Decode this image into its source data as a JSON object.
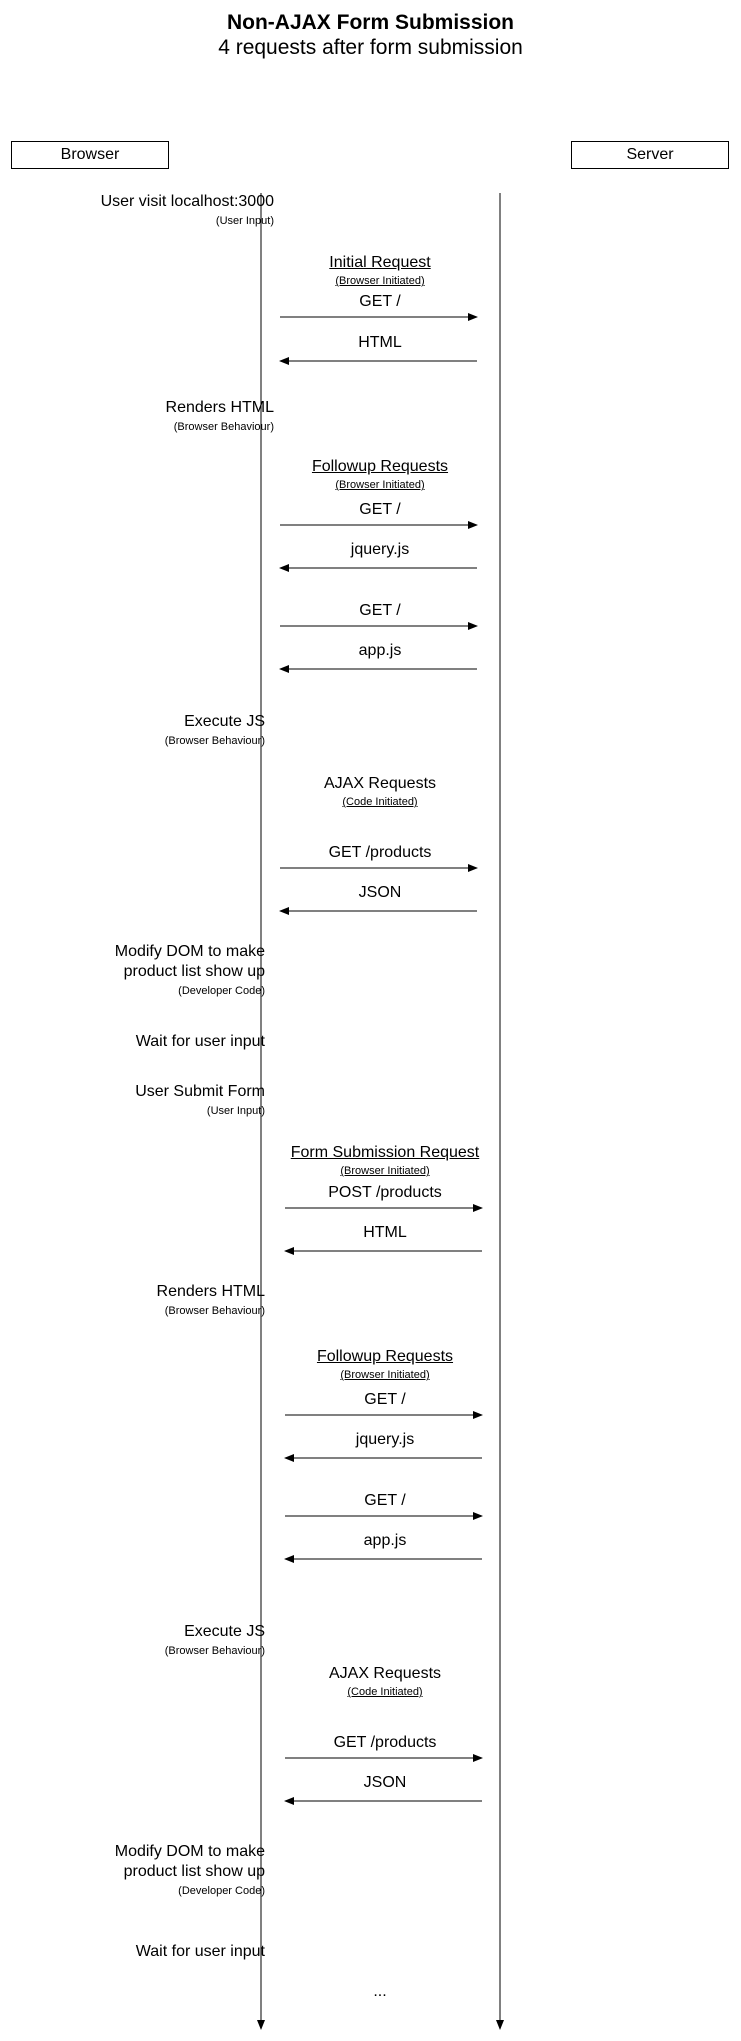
{
  "header": {
    "title": "Non-AJAX Form Submission",
    "subtitle": "4 requests after form submission"
  },
  "actors": {
    "browser": "Browser",
    "server": "Server"
  },
  "steps": [
    {
      "text": "User visit localhost:3000",
      "note": "(User Input)"
    },
    {
      "text": "Renders HTML",
      "note": "(Browser Behaviour)"
    },
    {
      "text": "Execute JS",
      "note": "(Browser Behaviour)"
    },
    {
      "text": "Modify DOM to make\nproduct list show up",
      "note": "(Developer Code)"
    },
    {
      "text": "Wait for user input",
      "note": ""
    },
    {
      "text": "User Submit Form",
      "note": "(User Input)"
    },
    {
      "text": "Renders HTML",
      "note": "(Browser Behaviour)"
    },
    {
      "text": "Execute JS",
      "note": "(Browser Behaviour)"
    },
    {
      "text": "Modify DOM to make\nproduct list show up",
      "note": "(Developer Code)"
    },
    {
      "text": "Wait for user input",
      "note": ""
    }
  ],
  "sections": [
    {
      "title": "Initial Request",
      "note": "(Browser Initiated)"
    },
    {
      "title": "Followup Requests",
      "note": "(Browser Initiated)"
    },
    {
      "title": "AJAX Requests",
      "note": "(Code Initiated)"
    },
    {
      "title": "Form Submission Request",
      "note": "(Browser Initiated)"
    },
    {
      "title": "Followup Requests",
      "note": "(Browser Initiated)"
    },
    {
      "title": "AJAX Requests",
      "note": "(Code Initiated)"
    }
  ],
  "messages": [
    {
      "label": "GET /",
      "direction": "to-server"
    },
    {
      "label": "HTML",
      "direction": "to-browser"
    },
    {
      "label": "GET /",
      "direction": "to-server"
    },
    {
      "label": "jquery.js",
      "direction": "to-browser"
    },
    {
      "label": "GET /",
      "direction": "to-server"
    },
    {
      "label": "app.js",
      "direction": "to-browser"
    },
    {
      "label": "GET /products",
      "direction": "to-server"
    },
    {
      "label": "JSON",
      "direction": "to-browser"
    },
    {
      "label": "POST /products",
      "direction": "to-server"
    },
    {
      "label": "HTML",
      "direction": "to-browser"
    },
    {
      "label": "GET /",
      "direction": "to-server"
    },
    {
      "label": "jquery.js",
      "direction": "to-browser"
    },
    {
      "label": "GET /",
      "direction": "to-server"
    },
    {
      "label": "app.js",
      "direction": "to-browser"
    },
    {
      "label": "GET /products",
      "direction": "to-server"
    },
    {
      "label": "JSON",
      "direction": "to-browser"
    }
  ],
  "continuation": "..."
}
